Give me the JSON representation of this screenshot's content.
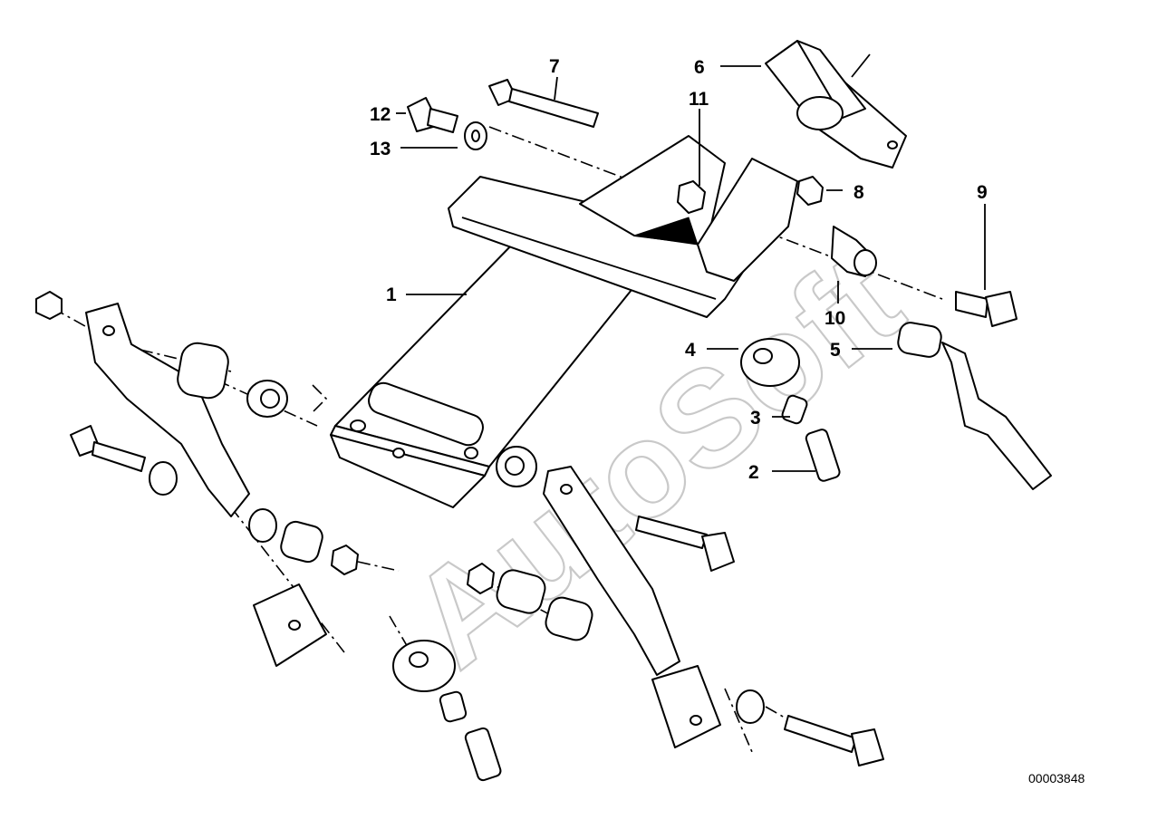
{
  "diagram": {
    "callouts": [
      {
        "id": "1",
        "label": "1"
      },
      {
        "id": "2",
        "label": "2"
      },
      {
        "id": "3",
        "label": "3"
      },
      {
        "id": "4",
        "label": "4"
      },
      {
        "id": "5",
        "label": "5"
      },
      {
        "id": "6",
        "label": "6"
      },
      {
        "id": "7",
        "label": "7"
      },
      {
        "id": "8",
        "label": "8"
      },
      {
        "id": "9",
        "label": "9"
      },
      {
        "id": "10",
        "label": "10"
      },
      {
        "id": "11",
        "label": "11"
      },
      {
        "id": "12",
        "label": "12"
      },
      {
        "id": "13",
        "label": "13"
      }
    ],
    "reference_number": "00003848",
    "watermark": "AutoSoft"
  }
}
